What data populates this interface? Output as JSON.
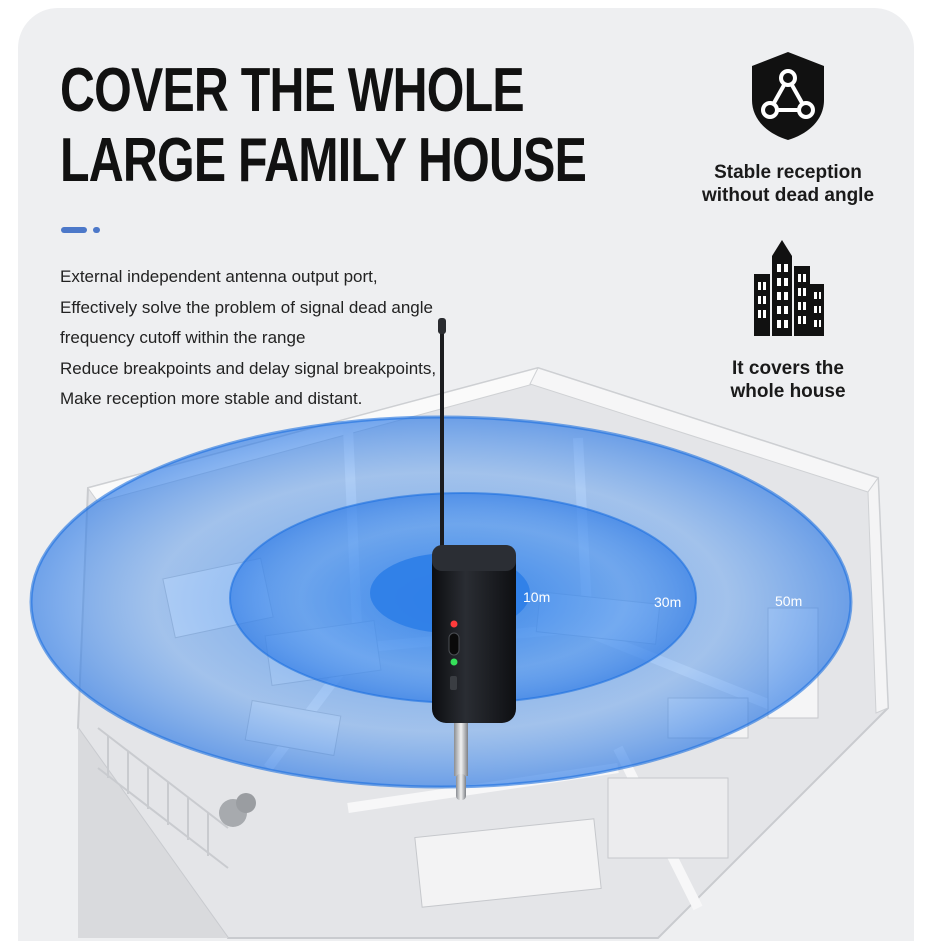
{
  "headline": {
    "line1": "COVER THE WHOLE",
    "line2": "LARGE FAMILY HOUSE"
  },
  "description": [
    "External independent antenna output port,",
    "Effectively solve the problem of signal dead angle",
    "frequency cutoff within the range",
    "Reduce breakpoints and delay signal breakpoints,",
    "Make reception more stable and distant."
  ],
  "features": [
    {
      "icon": "shield-triangle-icon",
      "line1": "Stable reception",
      "line2": "without dead angle"
    },
    {
      "icon": "buildings-icon",
      "line1": "It covers the",
      "line2": "whole house"
    }
  ],
  "ranges": {
    "inner": "10m",
    "middle": "30m",
    "outer": "50m"
  },
  "colors": {
    "accent": "#4c78c9",
    "signal": "#2e7fe8",
    "device": "#16181c",
    "background": "#eeeff1"
  }
}
